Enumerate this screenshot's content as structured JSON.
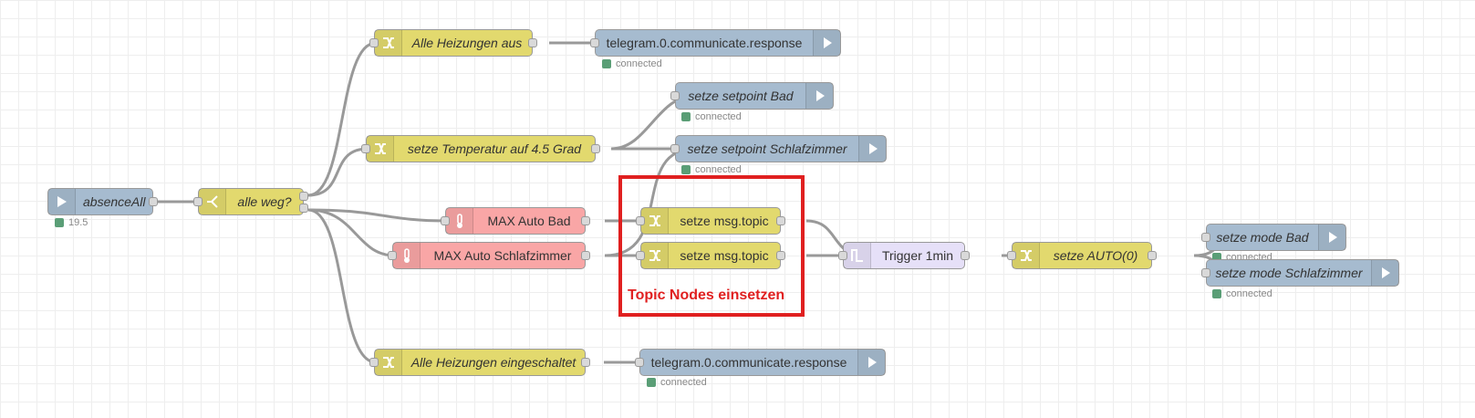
{
  "nodes": {
    "absence": {
      "label": "absenceAll",
      "status": "19.5"
    },
    "alleweg": {
      "label": "alle weg?"
    },
    "heizAus": {
      "label": "Alle Heizungen aus"
    },
    "tele1": {
      "label": "telegram.0.communicate.response",
      "status": "connected"
    },
    "setzeTemp": {
      "label": "setze Temperatur auf 4.5 Grad"
    },
    "spBad": {
      "label": "setze setpoint Bad",
      "status": "connected"
    },
    "spSchlaf": {
      "label": "setze setpoint Schlafzimmer",
      "status": "connected"
    },
    "maxBad": {
      "label": "MAX Auto Bad"
    },
    "maxSchlaf": {
      "label": "MAX Auto Schlafzimmer"
    },
    "topic1": {
      "label": "setze msg.topic"
    },
    "topic2": {
      "label": "setze msg.topic"
    },
    "trigger": {
      "label": "Trigger 1min"
    },
    "setzeAuto": {
      "label": "setze AUTO(0)"
    },
    "modeBad": {
      "label": "setze mode Bad",
      "status": "connected"
    },
    "modeSchlaf": {
      "label": "setze mode Schlafzimmer",
      "status": "connected"
    },
    "heizEin": {
      "label": "Alle Heizungen eingeschaltet"
    },
    "tele2": {
      "label": "telegram.0.communicate.response",
      "status": "connected"
    }
  },
  "annotation": {
    "text": "Topic Nodes einsetzen",
    "color": "#e02020"
  },
  "colors": {
    "change": "#e2d96e",
    "output": "#a6bbcf",
    "max": "#f9a6a6",
    "trigger": "#e6e0f8",
    "wire": "#999999",
    "status_connected": "#5a9e76"
  }
}
